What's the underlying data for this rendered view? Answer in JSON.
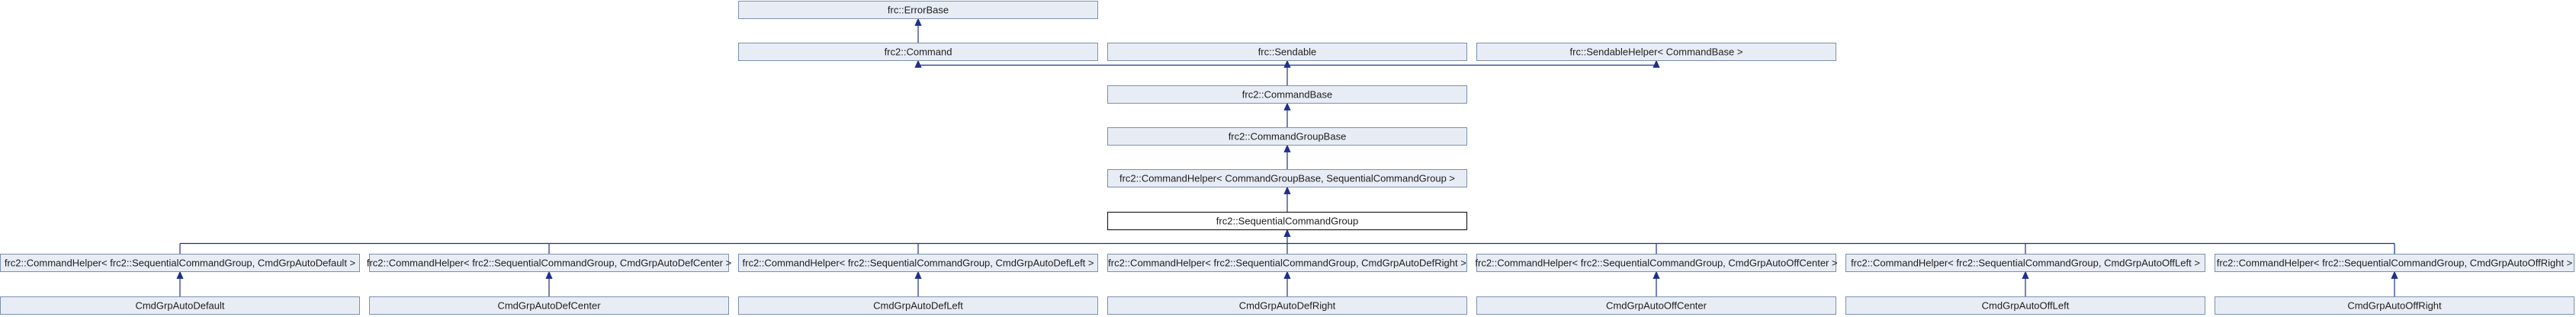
{
  "diagram": {
    "type": "class-inheritance-graph",
    "nodes": [
      {
        "id": "errorbase",
        "label": "frc::ErrorBase"
      },
      {
        "id": "command",
        "label": "frc2::Command"
      },
      {
        "id": "sendable",
        "label": "frc::Sendable"
      },
      {
        "id": "sendablehelper",
        "label": "frc::SendableHelper< CommandBase >"
      },
      {
        "id": "commandbase",
        "label": "frc2::CommandBase"
      },
      {
        "id": "commandgroupbase",
        "label": "frc2::CommandGroupBase"
      },
      {
        "id": "cmdhelper_seq",
        "label": "frc2::CommandHelper< CommandGroupBase, SequentialCommandGroup >"
      },
      {
        "id": "seqgroup",
        "label": "frc2::SequentialCommandGroup",
        "current": true
      },
      {
        "id": "h_default",
        "label": "frc2::CommandHelper< frc2::SequentialCommandGroup, CmdGrpAutoDefault >"
      },
      {
        "id": "h_defcenter",
        "label": "frc2::CommandHelper< frc2::SequentialCommandGroup, CmdGrpAutoDefCenter >"
      },
      {
        "id": "h_defleft",
        "label": "frc2::CommandHelper< frc2::SequentialCommandGroup, CmdGrpAutoDefLeft >"
      },
      {
        "id": "h_defright",
        "label": "frc2::CommandHelper< frc2::SequentialCommandGroup, CmdGrpAutoDefRight >"
      },
      {
        "id": "h_offcenter",
        "label": "frc2::CommandHelper< frc2::SequentialCommandGroup, CmdGrpAutoOffCenter >"
      },
      {
        "id": "h_offleft",
        "label": "frc2::CommandHelper< frc2::SequentialCommandGroup, CmdGrpAutoOffLeft >"
      },
      {
        "id": "h_offright",
        "label": "frc2::CommandHelper< frc2::SequentialCommandGroup, CmdGrpAutoOffRight >"
      },
      {
        "id": "c_default",
        "label": "CmdGrpAutoDefault"
      },
      {
        "id": "c_defcenter",
        "label": "CmdGrpAutoDefCenter"
      },
      {
        "id": "c_defleft",
        "label": "CmdGrpAutoDefLeft"
      },
      {
        "id": "c_defright",
        "label": "CmdGrpAutoDefRight"
      },
      {
        "id": "c_offcenter",
        "label": "CmdGrpAutoOffCenter"
      },
      {
        "id": "c_offleft",
        "label": "CmdGrpAutoOffLeft"
      },
      {
        "id": "c_offright",
        "label": "CmdGrpAutoOffRight"
      }
    ],
    "edges": [
      {
        "from": "command",
        "to": "errorbase"
      },
      {
        "from": "commandbase",
        "to": "command"
      },
      {
        "from": "commandbase",
        "to": "sendable"
      },
      {
        "from": "commandbase",
        "to": "sendablehelper"
      },
      {
        "from": "commandgroupbase",
        "to": "commandbase"
      },
      {
        "from": "cmdhelper_seq",
        "to": "commandgroupbase"
      },
      {
        "from": "seqgroup",
        "to": "cmdhelper_seq"
      },
      {
        "from": "h_default",
        "to": "seqgroup"
      },
      {
        "from": "h_defcenter",
        "to": "seqgroup"
      },
      {
        "from": "h_defleft",
        "to": "seqgroup"
      },
      {
        "from": "h_defright",
        "to": "seqgroup"
      },
      {
        "from": "h_offcenter",
        "to": "seqgroup"
      },
      {
        "from": "h_offleft",
        "to": "seqgroup"
      },
      {
        "from": "h_offright",
        "to": "seqgroup"
      },
      {
        "from": "c_default",
        "to": "h_default"
      },
      {
        "from": "c_defcenter",
        "to": "h_defcenter"
      },
      {
        "from": "c_defleft",
        "to": "h_defleft"
      },
      {
        "from": "c_defright",
        "to": "h_defright"
      },
      {
        "from": "c_offcenter",
        "to": "h_offcenter"
      },
      {
        "from": "c_offleft",
        "to": "h_offleft"
      },
      {
        "from": "c_offright",
        "to": "h_offright"
      }
    ]
  }
}
